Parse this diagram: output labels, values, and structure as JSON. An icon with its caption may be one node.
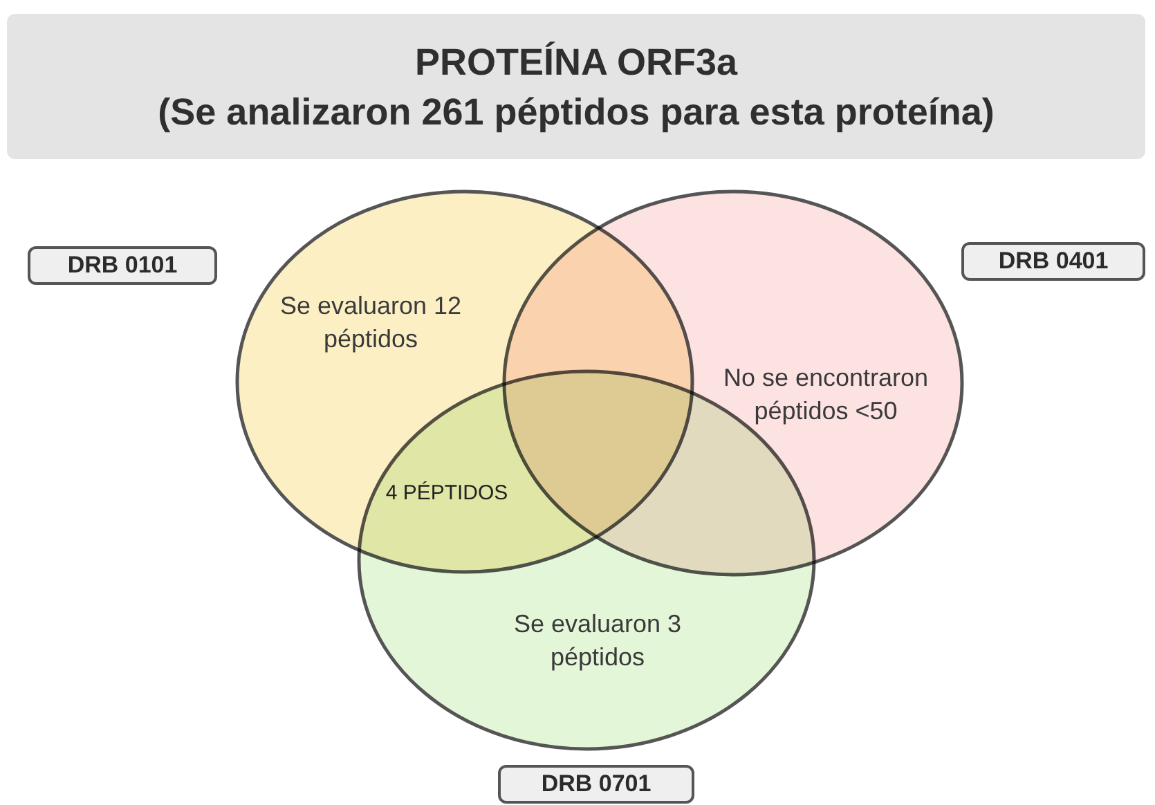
{
  "diagram": {
    "nodes": [
      {
        "text": [
          "PROTEÍNA ORF3a",
          "(Se analizaron 261 péptidos para esta proteína)"
        ]
      },
      {
        "text": [
          "DRB 0101"
        ]
      },
      {
        "text": [
          "Se evaluaron 12 péptidos"
        ]
      },
      {
        "text": [
          "DRB 0401"
        ]
      },
      {
        "text": [
          "No se encontraron péptidos <50"
        ]
      },
      {
        "text": [
          "Se evaluaron 3 péptidos"
        ]
      },
      {
        "text": [
          "DRB 0701"
        ]
      }
    ],
    "labels": [
      "4 PÉPTIDOS"
    ]
  }
}
